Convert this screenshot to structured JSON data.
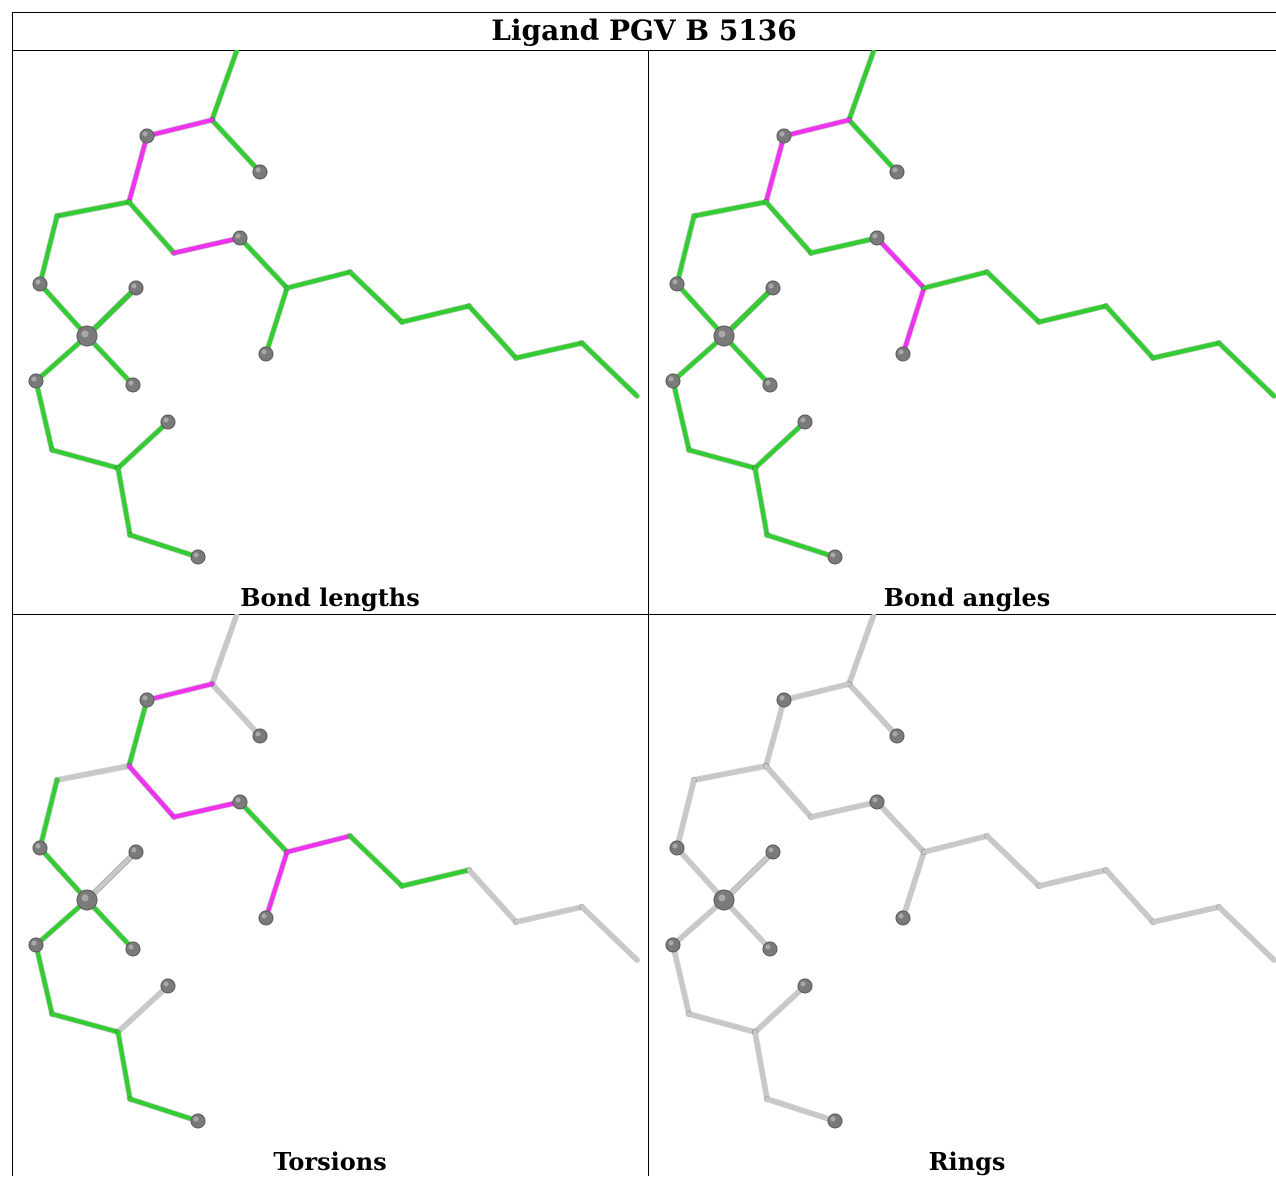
{
  "title": "Ligand PGV B 5136",
  "colors": {
    "ok": "#33cc33",
    "outlier": "#ee33ee",
    "none": "#c8c8c8",
    "atom": "#7a7a7a"
  },
  "panels": [
    {
      "key": "bond_lengths",
      "label": "Bond lengths",
      "bonds": [
        "g",
        "g",
        "m",
        "m",
        "g",
        "g",
        "g",
        "m",
        "g",
        "g",
        "g",
        "g",
        "g",
        "g",
        "g",
        "g",
        "g",
        "g",
        "g",
        "g",
        "g",
        "g",
        "g",
        "g",
        "g",
        "g"
      ]
    },
    {
      "key": "bond_angles",
      "label": "Bond angles",
      "bonds": [
        "g",
        "g",
        "m",
        "m",
        "g",
        "g",
        "g",
        "g",
        "m",
        "m",
        "g",
        "g",
        "g",
        "g",
        "g",
        "g",
        "g",
        "g",
        "g",
        "g",
        "g",
        "g",
        "g",
        "g",
        "g",
        "g"
      ]
    },
    {
      "key": "torsions",
      "label": "Torsions",
      "bonds": [
        "n",
        "n",
        "m",
        "g",
        "n",
        "g",
        "m",
        "m",
        "g",
        "m",
        "m",
        "g",
        "g",
        "n",
        "n",
        "n",
        "g",
        "g",
        "g",
        "g",
        "g",
        "g",
        "n",
        "g",
        "g",
        "n"
      ]
    },
    {
      "key": "rings",
      "label": "Rings",
      "bonds": [
        "n",
        "n",
        "n",
        "n",
        "n",
        "n",
        "n",
        "n",
        "n",
        "n",
        "n",
        "n",
        "n",
        "n",
        "n",
        "n",
        "n",
        "n",
        "n",
        "n",
        "n",
        "n",
        "n",
        "n",
        "n",
        "n"
      ]
    }
  ]
}
